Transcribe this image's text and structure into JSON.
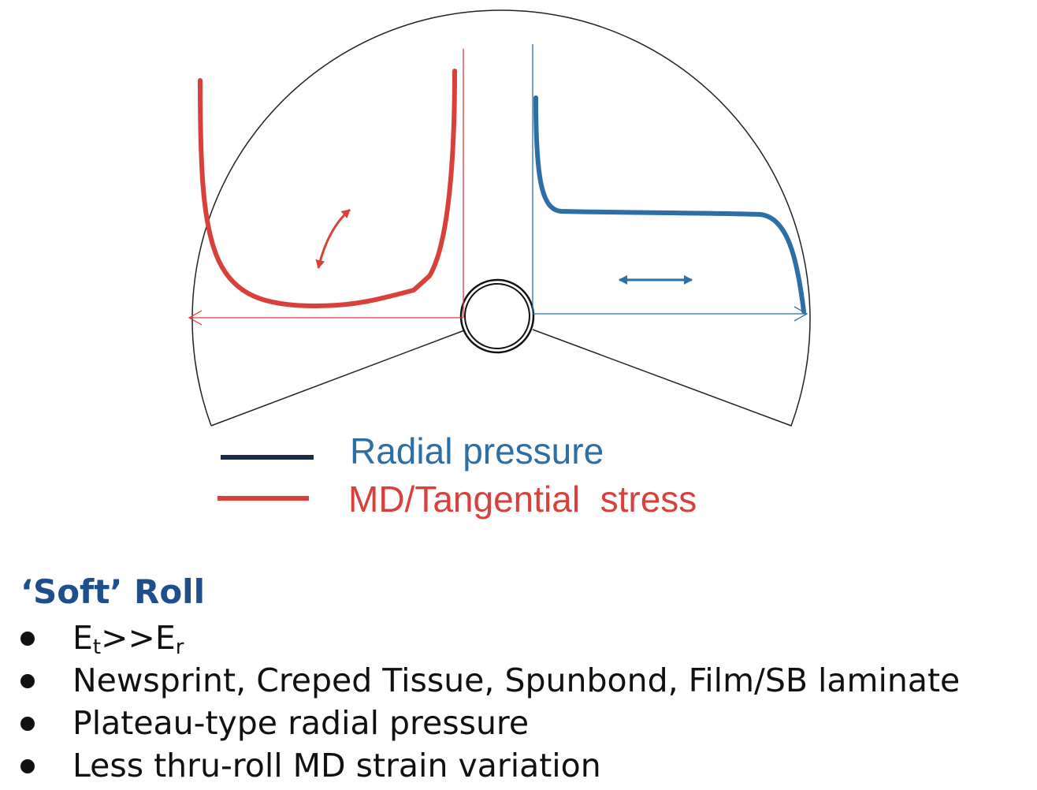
{
  "legend": {
    "radial_label": "Radial pressure",
    "md_label": "MD/Tangential  stress"
  },
  "colors": {
    "radial": "#2c6fa6",
    "md": "#d9403b",
    "legend_radial_line": "#1b2a4a",
    "heading": "#1f4e8c",
    "outline": "#222222"
  },
  "caption": {
    "title": "‘Soft’ Roll",
    "bullets": [
      {
        "parts": [
          {
            "t": "E"
          },
          {
            "t": "t",
            "sub": true
          },
          {
            "t": ">>E"
          },
          {
            "t": "r",
            "sub": true
          }
        ]
      },
      {
        "parts": [
          {
            "t": "Newsprint, Creped Tissue, Spunbond, Film/SB laminate"
          }
        ]
      },
      {
        "parts": [
          {
            "t": "Plateau-type radial pressure"
          }
        ]
      },
      {
        "parts": [
          {
            "t": "Less thru-roll MD strain variation"
          }
        ]
      }
    ]
  }
}
